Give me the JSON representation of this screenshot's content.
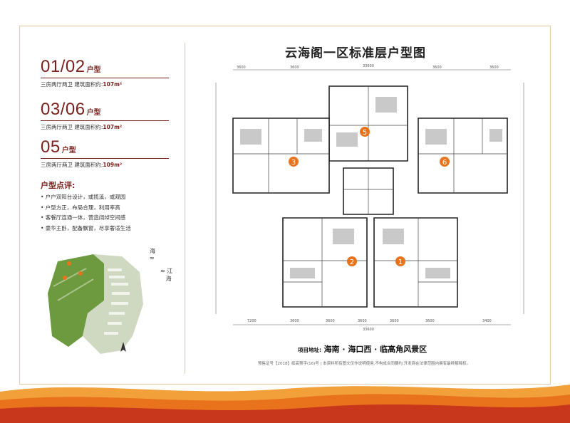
{
  "title": "云海阁一区标准层户型图",
  "units": [
    {
      "code": "01/02",
      "suffix": "户型",
      "rooms": "三房两厅两卫",
      "area_label": "建筑面积约:",
      "area_value": "107m²"
    },
    {
      "code": "03/06",
      "suffix": "户型",
      "rooms": "三房两厅两卫",
      "area_label": "建筑面积约:",
      "area_value": "107m²"
    },
    {
      "code": "05",
      "suffix": "户型",
      "rooms": "三房两厅两卫",
      "area_label": "建筑面积约:",
      "area_value": "109m²"
    }
  ],
  "comments": {
    "title": "户型点评:",
    "items": [
      "• 户户双阳台设计，或揽溪，或观园",
      "• 户型方正，布局合理，利用率高",
      "• 客餐厅连通一体，营造阔绰空间感",
      "• 豪华主卧，配备飘窗，尽享奢适生活"
    ]
  },
  "map_labels": {
    "sea": "海",
    "jianghai_1": "江",
    "jianghai_2": "海"
  },
  "plan": {
    "markers": [
      "1",
      "2",
      "3",
      "5",
      "6"
    ],
    "dims_top": [
      "3600",
      "3600",
      "33600",
      "3600",
      "3600"
    ],
    "dims_bottom": [
      "7200",
      "3600",
      "3600",
      "3600",
      "3600",
      "3600",
      "3400"
    ],
    "dims_bottom_total": "33600"
  },
  "address": {
    "label": "项目地址:",
    "value": "海南 · 海口西 · 临高角风景区"
  },
  "disclaimer": "预售证号【2018】临高预字(16)号  |  本资料所有图文仅作说明使用,不构成合同要约,开发商在法律范围内拥有最终解释权。",
  "colors": {
    "accent": "#7a1f1a",
    "marker": "#e8731c",
    "frame": "#e2c9a8",
    "wave_dark": "#c8361c",
    "wave_light": "#f2a03a"
  }
}
